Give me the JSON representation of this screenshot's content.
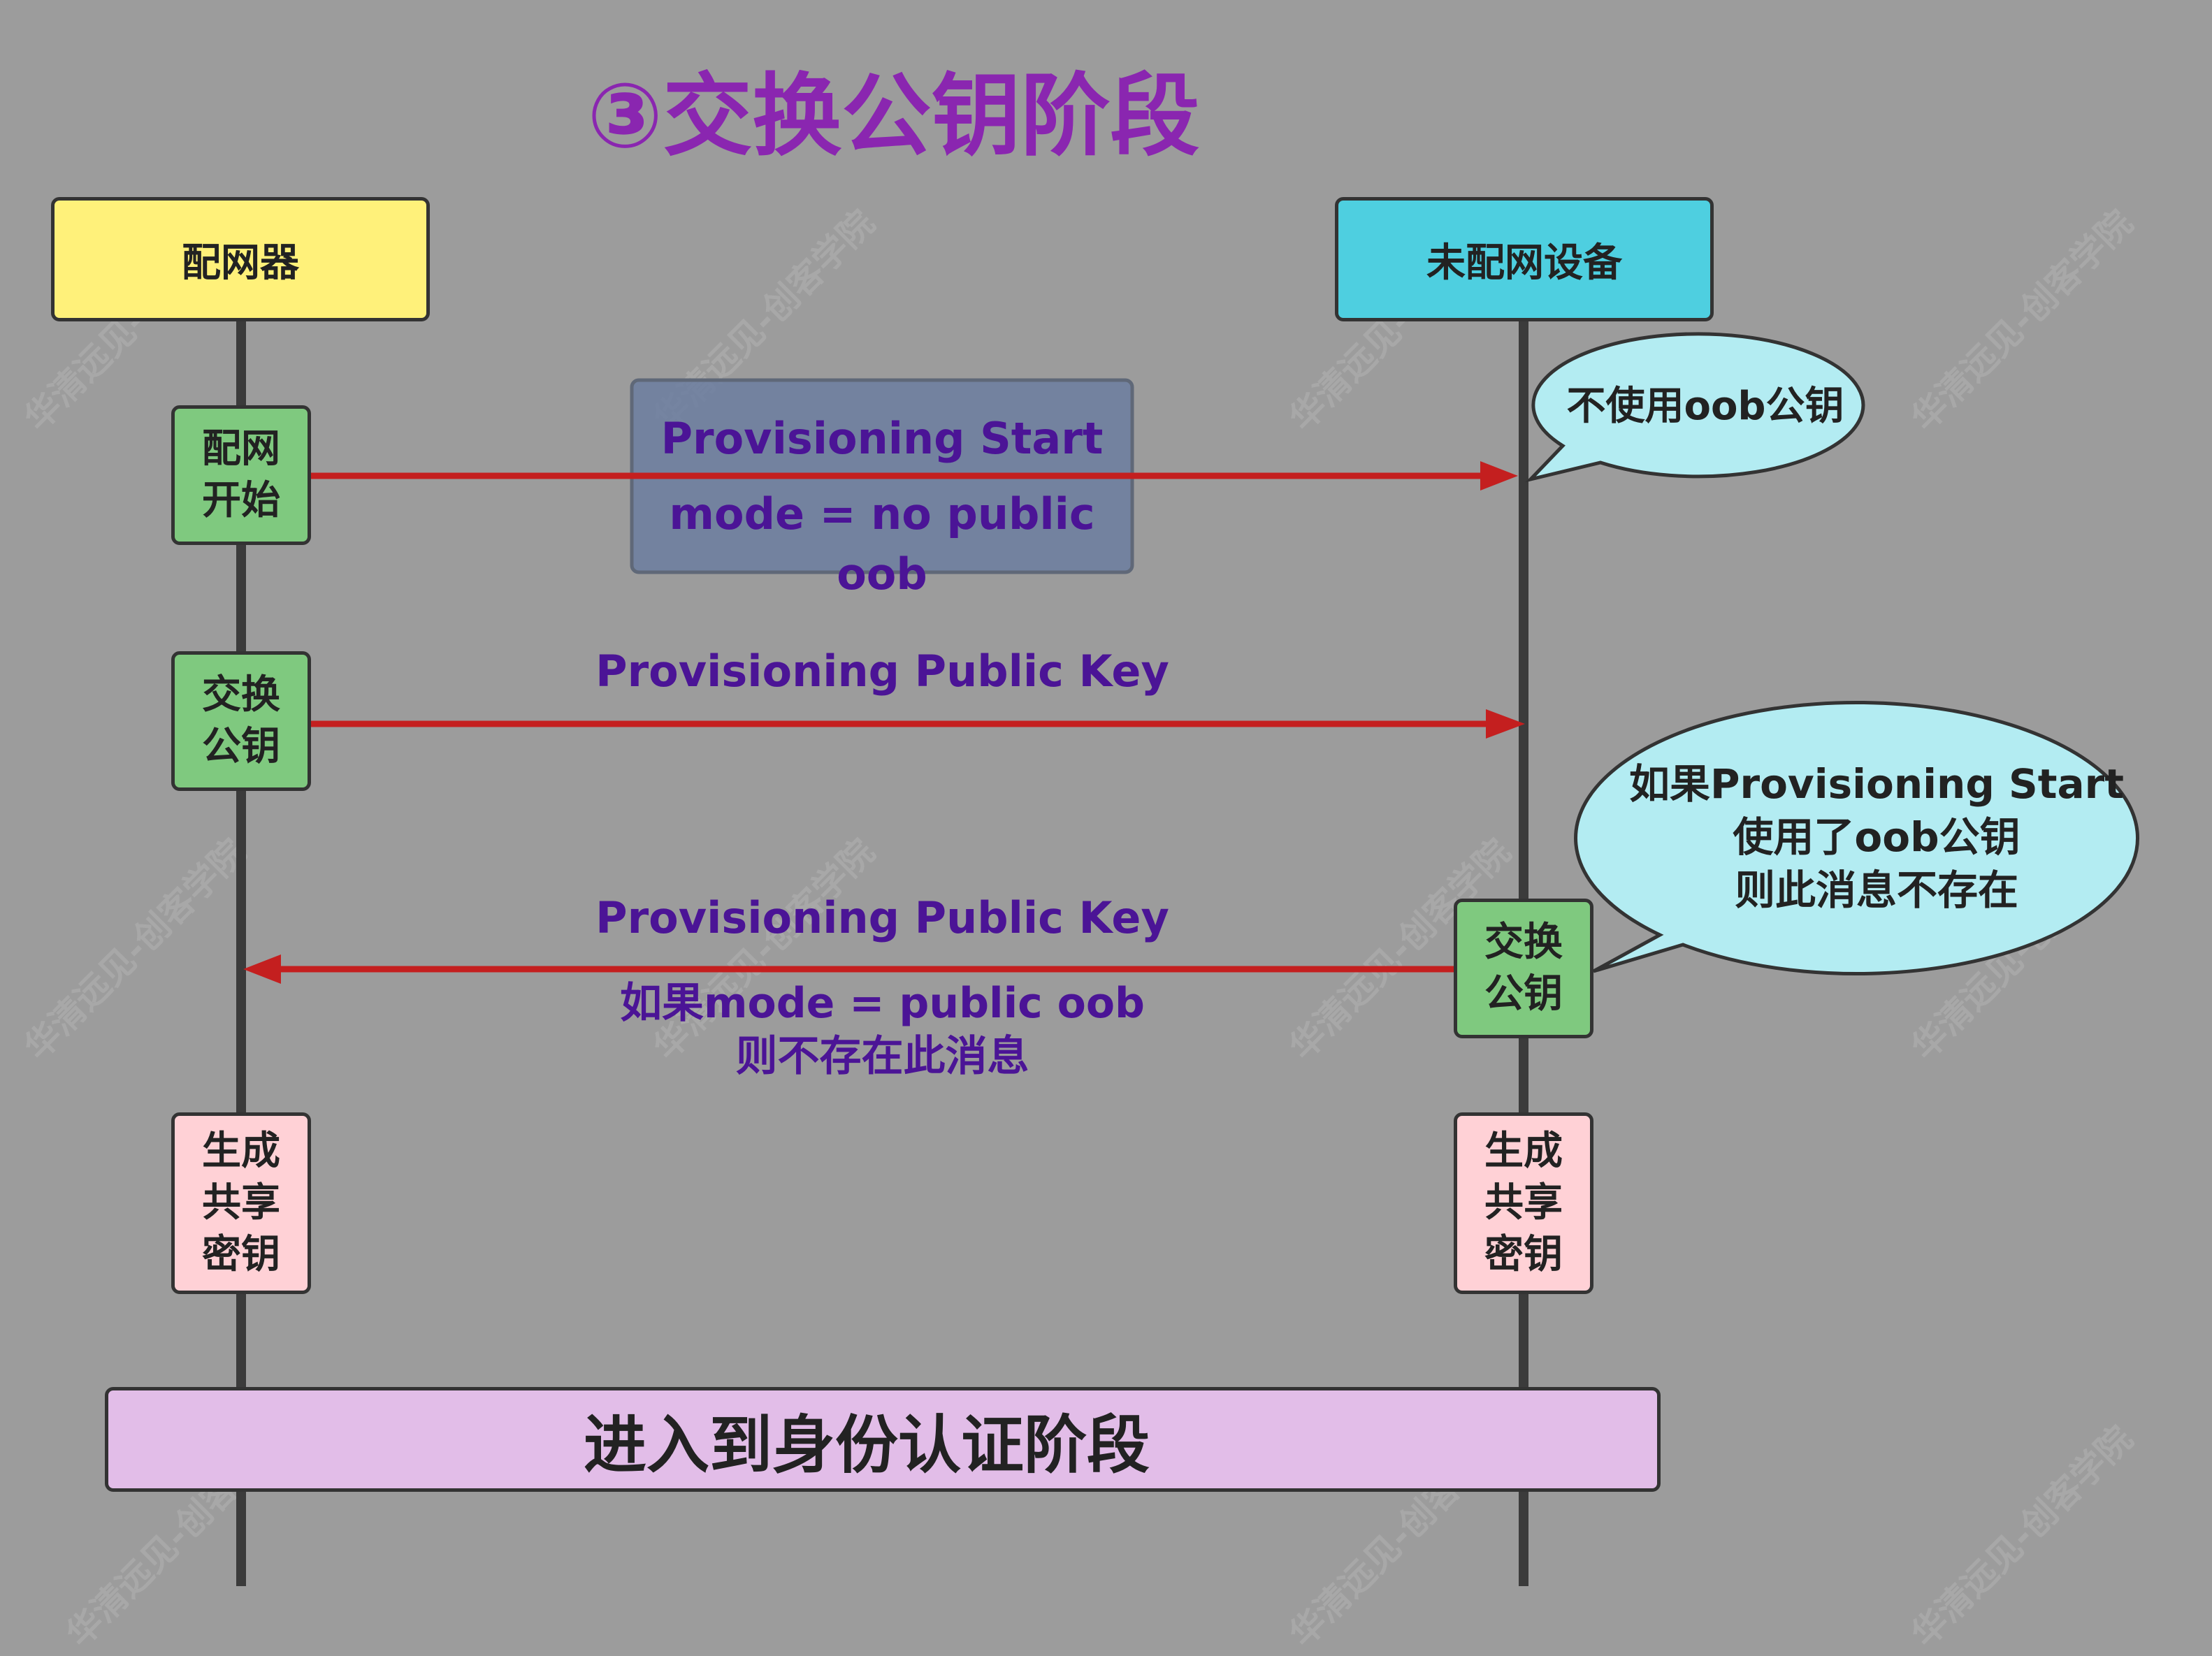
{
  "title": "③交换公钥阶段",
  "actors": {
    "provisioner": {
      "label": "配网器",
      "color": "#fff17a"
    },
    "device": {
      "label": "未配网设备",
      "color": "#4ecfe0"
    }
  },
  "activations": {
    "start": "配网\n开始",
    "exchange_left": "交换\n公钥",
    "exchange_right": "交换\n公钥",
    "shared_left": "生成\n共享\n密钥",
    "shared_right": "生成\n共享\n密钥"
  },
  "messages": {
    "m1_title": "Provisioning Start",
    "m1_param": "mode = no public oob",
    "m2": "Provisioning Public Key",
    "m3": "Provisioning Public Key",
    "m3_note": "如果mode = public oob\n则不存在此消息"
  },
  "notes": {
    "no_oob": "不使用oob公钥",
    "conditional": "如果Provisioning Start\n使用了oob公钥\n则此消息不存在"
  },
  "next_phase": "进入到身份认证阶段",
  "watermark": "华清远见-创客学院",
  "colors": {
    "background": "#9c9c9c",
    "arrow": "#c41f1f",
    "message_text": "#4b1496",
    "title": "#8a26b0",
    "activation_green": "#7fc97f",
    "activation_pink": "#ffd1d6",
    "bubble": "#b3ecf2",
    "message_box": "#6f80a0",
    "phase_bar": "#e2bde8"
  }
}
